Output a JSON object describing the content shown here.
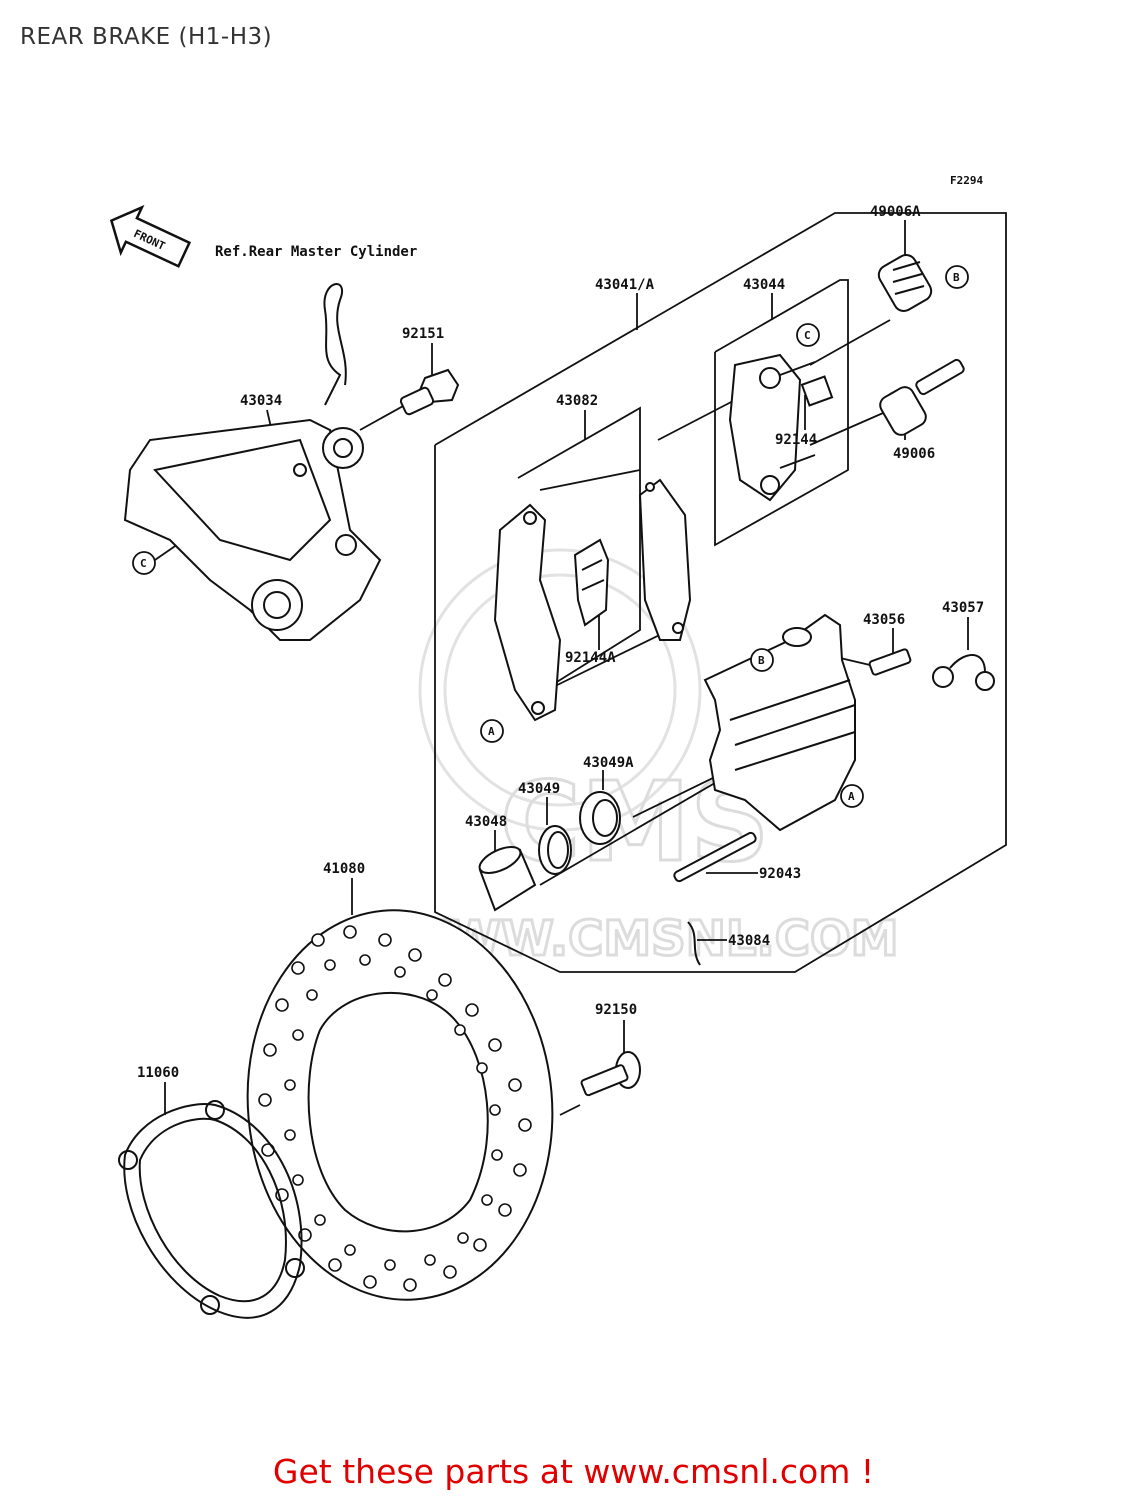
{
  "page": {
    "title": "REAR BRAKE (H1-H3)",
    "figure_code": "F2294",
    "front_label": "FRONT",
    "ref_note": "Ref.Rear Master Cylinder",
    "footer": "Get these parts at www.cmsnl.com !",
    "watermark_brand": "CMS",
    "watermark_url": "WWW.CMSNL.COM"
  },
  "parts": {
    "p43041": "43041/A",
    "p43044": "43044",
    "p49006A": "49006A",
    "p49006": "49006",
    "p92151": "92151",
    "p43034": "43034",
    "p43082": "43082",
    "p92144": "92144",
    "p92144A": "92144A",
    "p43056": "43056",
    "p43057": "43057",
    "p43049A": "43049A",
    "p43049": "43049",
    "p43048": "43048",
    "p41080": "41080",
    "p92043": "92043",
    "p43084": "43084",
    "p92150": "92150",
    "p11060": "11060"
  },
  "refs": {
    "A": "A",
    "B": "B",
    "C": "C"
  },
  "colors": {
    "line": "#111111",
    "footer": "#e00000",
    "watermark": "#dcdcdc"
  }
}
